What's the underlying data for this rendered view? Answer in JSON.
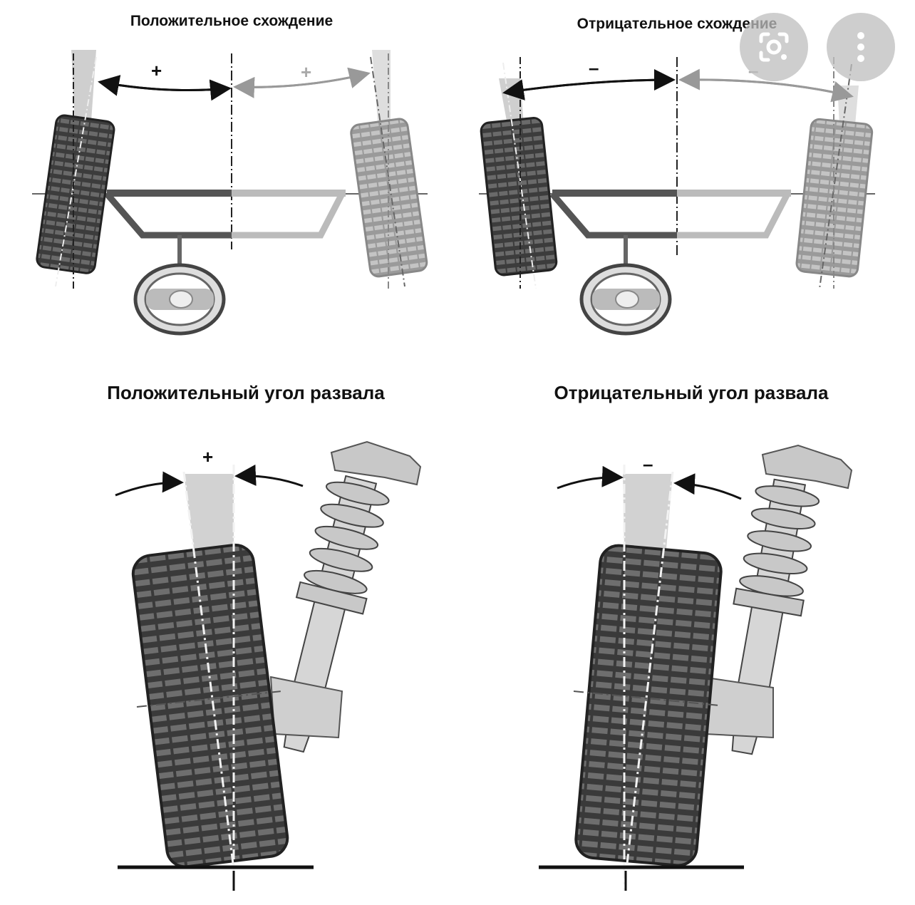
{
  "toe": {
    "positive": {
      "title": "Положительное схождение",
      "sign_left": "+",
      "sign_right": "+"
    },
    "negative": {
      "title": "Отрицательное схождение",
      "sign_left": "–",
      "sign_right": "–"
    }
  },
  "camber": {
    "positive": {
      "title": "Положительный угол развала",
      "sign": "+"
    },
    "negative": {
      "title": "Отрицательный угол развала",
      "sign": "–"
    }
  },
  "overlay": {
    "lens_icon": "lens-search-icon",
    "more_icon": "more-vertical-icon"
  }
}
